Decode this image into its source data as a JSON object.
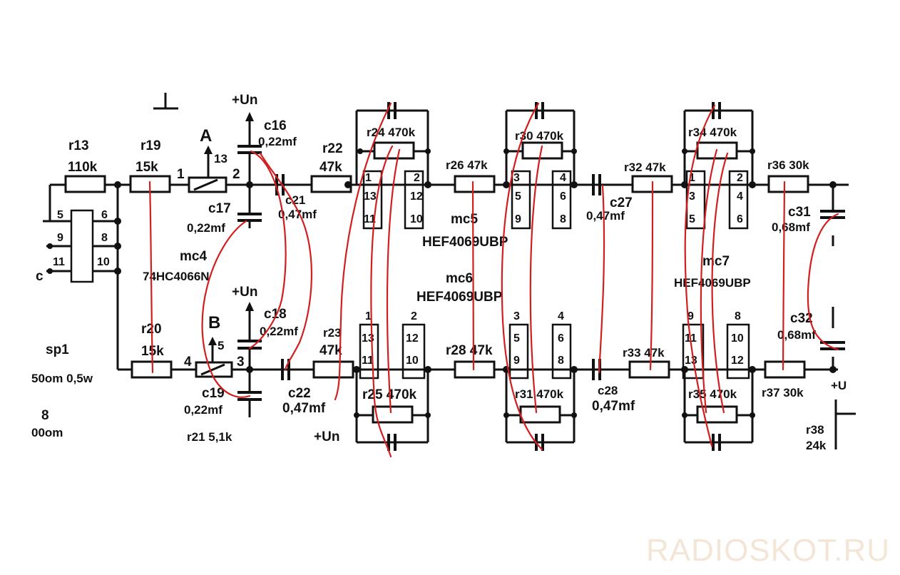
{
  "labels": {
    "un_top": "+Un",
    "c16": "c16",
    "c16_val": "0,22mf",
    "r13": "r13",
    "r13_val": "110k",
    "r19": "r19",
    "r19_val": "15k",
    "sw_a": "A",
    "pin_1": "1",
    "pin_2": "2",
    "pin_13": "13",
    "c17": "c17",
    "c17_val": "0,22mf",
    "c21": "c21",
    "c21_val": "0,47mf",
    "r22": "r22",
    "r22_val": "47k",
    "r24": "r24 470k",
    "r26": "r26 47k",
    "r30": "r30 470k",
    "r32": "r32 47k",
    "r34": "r34 470k",
    "r36": "r36 30k",
    "c27": "c27",
    "c27_val": "0,47mf",
    "c31": "c31",
    "c31_val": "0,68mf",
    "mc4": "mc4",
    "mc4_part": "74HC4066N",
    "mc5": "mc5",
    "mc5_part": "HEF4069UBP",
    "mc6": "mc6",
    "mc6_part": "HEF4069UBP",
    "mc7": "mc7",
    "mc7_part": "HEF4069UBP",
    "un_mid": "+Un",
    "c18": "c18",
    "c18_val": "0,22mf",
    "r20": "r20",
    "r20_val": "15k",
    "sw_b": "B",
    "pin_5": "5",
    "pin_4": "4",
    "pin_3": "3",
    "r23": "r23",
    "r23_val": "47k",
    "r28": "r28 47k",
    "r33": "r33 47k",
    "c32": "c32",
    "c32_val": "0,68mf",
    "sp1": "sp1",
    "sp1_val": "50om 0,5w",
    "c19": "c19",
    "c19_val": "0,22mf",
    "c22": "c22",
    "c22_val": "0,47mf",
    "r25": "r25 470k",
    "r31": "r31 470k",
    "c28": "c28",
    "c28_val": "0,47mf",
    "r35": "r35 470k",
    "r37": "r37 30k",
    "r38": "r38",
    "r38_val": "24k",
    "r21": "r21 5,1k",
    "un_bottom": "+Un",
    "un_right": "+U",
    "n8": "8",
    "om": "00om",
    "c_cut": "c"
  },
  "switch_pins": [
    "5",
    "6",
    "9",
    "8",
    "11",
    "10"
  ],
  "mc5_pins": [
    "1",
    "2",
    "13",
    "12",
    "11",
    "10"
  ],
  "mc6_pins_top": [
    "3",
    "4",
    "5",
    "6",
    "9",
    "8"
  ],
  "mc7_pins_top": [
    "1",
    "2",
    "3",
    "4",
    "5",
    "6"
  ],
  "mc6_pins_bot": [
    "1",
    "2",
    "13",
    "12",
    "11",
    "10"
  ],
  "mc6b_pins_bot": [
    "3",
    "4",
    "5",
    "6",
    "9",
    "8"
  ],
  "mc7_pins_bot": [
    "9",
    "8",
    "11",
    "10",
    "13",
    "12"
  ],
  "watermark": "RADIOSKOT.RU",
  "colors": {
    "ink": "#111111",
    "annotation": "#d21e1e",
    "watermark": "#f3e6d6"
  }
}
